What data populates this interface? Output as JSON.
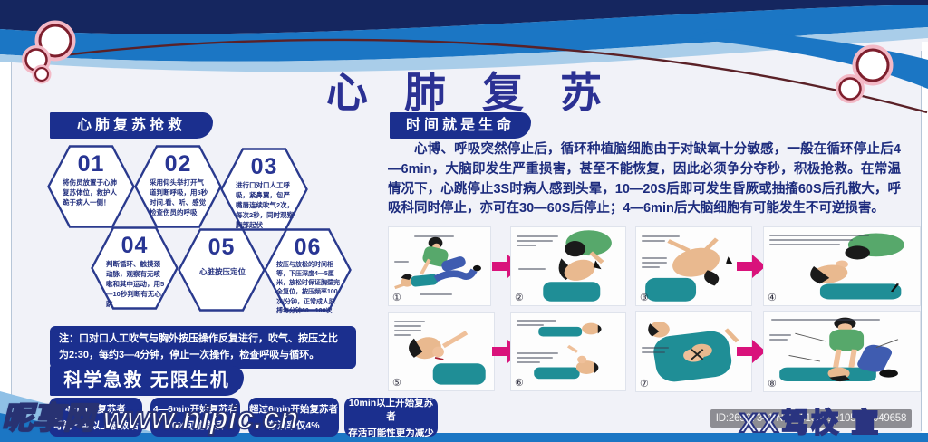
{
  "title": "心肺复苏",
  "left": {
    "section1_title": "心肺复苏抢救",
    "steps": [
      {
        "num": "01",
        "text": "将伤员放置于心肺复苏体位，救护人跪于病人一侧！"
      },
      {
        "num": "02",
        "text": "采用仰头举打开气道判断呼吸，用5秒时间.看、听、感觉检查伤员的呼吸"
      },
      {
        "num": "03",
        "text": "进行口对口人工呼吸，紧鼻翼，包严嘴唇连续吹气2次，每次2秒，同时观察胸部起伏"
      },
      {
        "num": "04",
        "text": "判断循环、触摸颈动脉，观察有无咳嗽和其中运动，用5—10秒判断有无心跳"
      },
      {
        "num": "05",
        "text": "心脏按压定位"
      },
      {
        "num": "06",
        "text": "按压与放松的时间相等，下压深度4—5厘米，放松时保证胸壁完全复位，按压频率100次/分钟，正常成人脉搏每分钟60—100次"
      }
    ],
    "note": "注：口对口人工吹气与胸外按压操作反复进行，吹气、按压之比为2:30，每约3—4分钟，停止一次操作，检查呼吸与循环。",
    "section2_title": "科学急救 无限生机",
    "stats": [
      {
        "line1": "4min内复苏者",
        "line2": "可能一半以上被救活"
      },
      {
        "line1": "4—6min开始复苏者",
        "line2": "10%可能救活"
      },
      {
        "line1": "超过6min开始复苏者",
        "line2": "存活率仅4%"
      },
      {
        "line1": "10min以上开始复苏者",
        "line2": "存活可能性更为减少"
      }
    ]
  },
  "right": {
    "section_title": "时间就是生命",
    "paragraph": "心博、呼吸突然停止后，循环种植脑细胞由于对缺氧十分敏感，一般在循环停止后4—6min，大脑即发生严重损害，甚至不能恢复，因此必须争分夺秒，积极抢救。在常温情况下，心跳停止3S时病人感到头晕，10—20S后即可发生昏厥或抽搐60S后孔散大，呼吸科同时停止，亦可在30—60S后停止；4—6min后大脑细胞有可能发生不可逆损害。",
    "panels": [
      {
        "num": "①"
      },
      {
        "num": "②"
      },
      {
        "num": "③"
      },
      {
        "num": "④"
      },
      {
        "num": "⑤"
      },
      {
        "num": "⑥"
      },
      {
        "num": "⑦"
      },
      {
        "num": "⑧"
      }
    ]
  },
  "watermarks": {
    "site": "昵享网 www.nipic.cn",
    "school": "XX驾校 宣",
    "id_line": "ID:26967341 NO:20131012105017049658"
  },
  "colors": {
    "navy": "#1b2f8e",
    "title_navy": "#2b3193",
    "band_blue": "#1b76c4",
    "light_blue": "#a9cde9",
    "maroon": "#5a2127",
    "arrow_magenta": "#d9127b",
    "ring_pink": "#f3b9c6",
    "ring_red": "#7d1f2d"
  }
}
